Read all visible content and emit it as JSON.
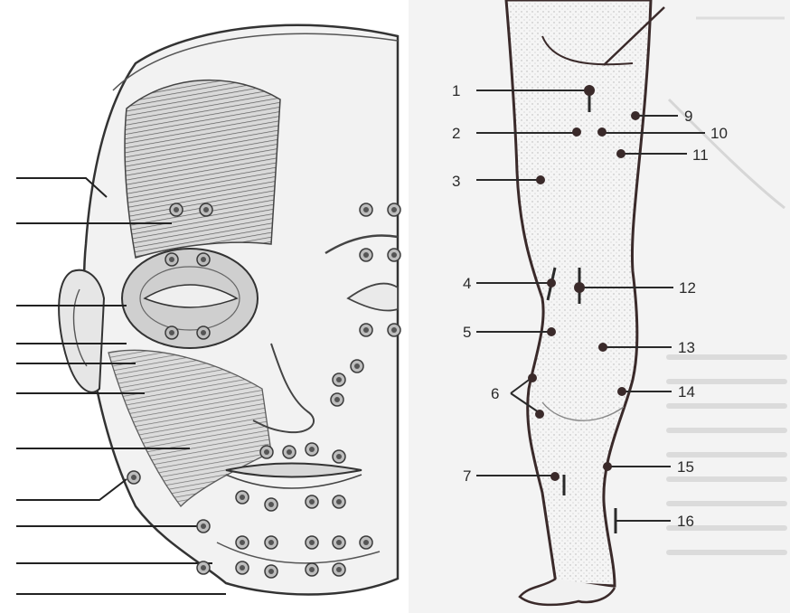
{
  "panels": [
    {
      "id": "face",
      "description_free": true,
      "leader_count": 11,
      "point_grid_visible": true
    },
    {
      "id": "leg",
      "labels": [
        "1",
        "2",
        "3",
        "4",
        "5",
        "6",
        "7",
        "9",
        "10",
        "11",
        "12",
        "13",
        "14",
        "15",
        "16"
      ]
    }
  ],
  "leg_labels": {
    "l1": "1",
    "l2": "2",
    "l3": "3",
    "l4": "4",
    "l5": "5",
    "l6": "6",
    "l7": "7",
    "l9": "9",
    "l10": "10",
    "l11": "11",
    "l12": "12",
    "l13": "13",
    "l14": "14",
    "l15": "15",
    "l16": "16"
  },
  "background_caption": {
    "visible": true,
    "legible": false
  },
  "colors": {
    "ink": "#2a2a2a",
    "skin_shade": "#b8b8b8",
    "point_fill": "#555555",
    "page": "#f4f4f4"
  }
}
